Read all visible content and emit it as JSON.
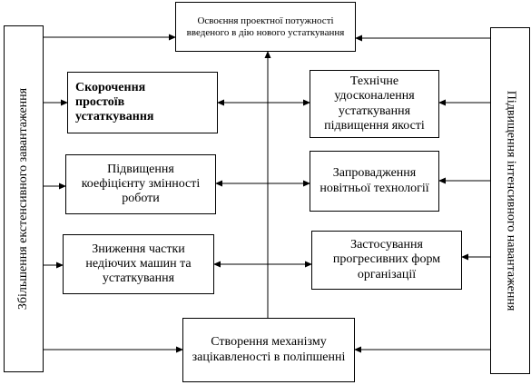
{
  "boxes": {
    "top": "Освоєння проектної потужності введеного в дію нового устаткування",
    "bottom": "Створення механізму зацікавленості в поліпшенні",
    "left_vertical": "Збільшення екстенсивного завантаження",
    "right_vertical": "Підвищення інтенсивного навантаження",
    "left1": "Скорочення простоїв устаткування",
    "left2": "Підвищення коефіцієнту змінності роботи",
    "left3": "Зниження частки недіючих машин та устаткування",
    "right1": "Технічне удосконалення устаткування підвищення якості",
    "right2": "Запровадження новітньої технології",
    "right3": "Застосування прогресивних форм організації"
  }
}
